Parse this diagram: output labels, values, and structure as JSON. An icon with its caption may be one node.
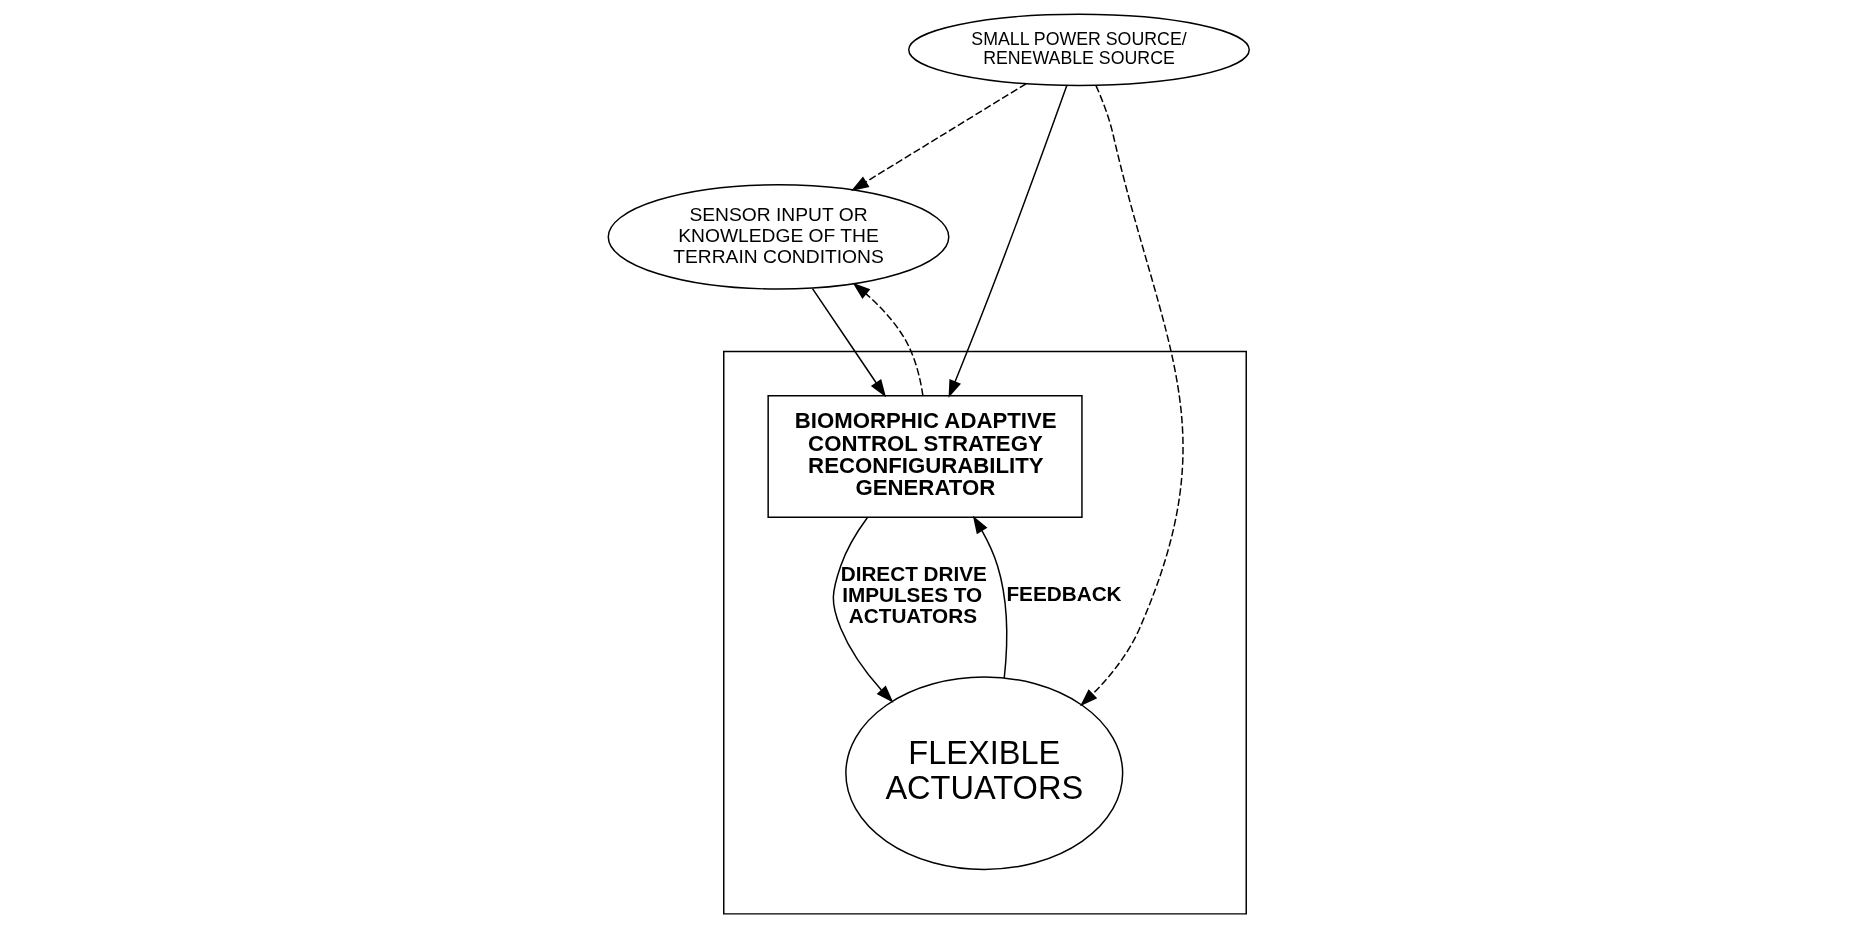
{
  "diagram": {
    "nodes": [
      {
        "text": [
          "SMALL POWER SOURCE/ RENEWABLE SOURCE"
        ]
      },
      {
        "text": [
          "SENSOR INPUT OR KNOWLEDGE OF THE TERRAIN CONDITIONS"
        ]
      },
      {
        "text": [],
        "shape": "box"
      },
      {
        "text": [
          "BIOMORPHIC ADAPTIVE CONTROL STRATEGY RECONFIGURABILITY GENERATOR"
        ],
        "in": 2
      },
      {
        "text": [
          "FLEXIBLE ACTUATORS"
        ],
        "in": 2
      }
    ],
    "edges": [
      {
        "from": 0,
        "to": 1,
        "arrow": "to",
        "style": "dashed"
      },
      {
        "from": 0,
        "to": 3,
        "arrow": "to"
      },
      {
        "from": 0,
        "to": 4,
        "arrow": "to",
        "style": "dashed"
      },
      {
        "from": 1,
        "to": 3,
        "arrow": "to"
      },
      {
        "from": 3,
        "to": 1,
        "arrow": "to",
        "style": "dashed"
      },
      {
        "from": 3,
        "to": 4,
        "arrow": "to",
        "label": "DIRECT DRIVE IMPULSES TO ACTUATORS"
      },
      {
        "from": 4,
        "to": 3,
        "arrow": "to",
        "label": "FEEDBACK"
      }
    ]
  }
}
